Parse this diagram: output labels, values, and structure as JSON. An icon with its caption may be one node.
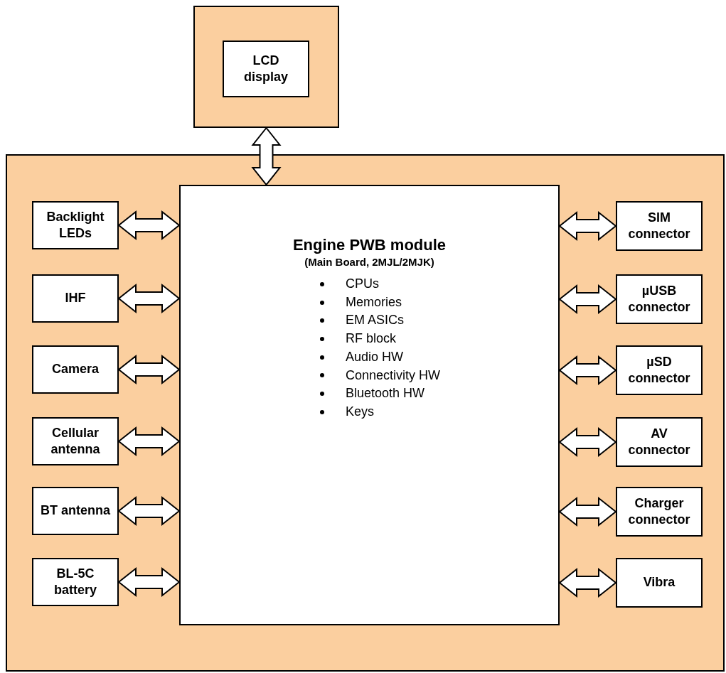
{
  "diagram": {
    "nodes": [
      {
        "text": [],
        "shape": "box"
      },
      {
        "text": [
          "LCD display"
        ],
        "in": 0
      },
      {
        "text": [],
        "shape": "box"
      },
      {
        "text": [
          "Engine PWB module",
          "(Main Board, 2MJL/2MJK)",
          "CPUs",
          "Memories",
          "EM ASICs",
          "RF block",
          "Audio HW",
          "Connectivity HW",
          "Bluetooth HW",
          "Keys"
        ],
        "in": 2
      },
      {
        "text": [
          "Backlight LEDs"
        ],
        "in": 2
      },
      {
        "text": [
          "IHF"
        ],
        "in": 2
      },
      {
        "text": [
          "Camera"
        ],
        "in": 2
      },
      {
        "text": [
          "Cellular antenna"
        ],
        "in": 2
      },
      {
        "text": [
          "BT antenna"
        ],
        "in": 2
      },
      {
        "text": [
          "BL-5C battery"
        ],
        "in": 2
      },
      {
        "text": [
          "SIM connector"
        ],
        "in": 2
      },
      {
        "text": [
          "µUSB connector"
        ],
        "in": 2
      },
      {
        "text": [
          "µSD connector"
        ],
        "in": 2
      },
      {
        "text": [
          "AV connector"
        ],
        "in": 2
      },
      {
        "text": [
          "Charger connector"
        ],
        "in": 2
      },
      {
        "text": [
          "Vibra"
        ],
        "in": 2
      }
    ],
    "edges": [
      {
        "from": 0,
        "to": 3,
        "arrow": "both"
      },
      {
        "from": 4,
        "to": 3,
        "arrow": "both"
      },
      {
        "from": 5,
        "to": 3,
        "arrow": "both"
      },
      {
        "from": 6,
        "to": 3,
        "arrow": "both"
      },
      {
        "from": 7,
        "to": 3,
        "arrow": "both"
      },
      {
        "from": 8,
        "to": 3,
        "arrow": "both"
      },
      {
        "from": 9,
        "to": 3,
        "arrow": "both"
      },
      {
        "from": 10,
        "to": 3,
        "arrow": "both"
      },
      {
        "from": 11,
        "to": 3,
        "arrow": "both"
      },
      {
        "from": 12,
        "to": 3,
        "arrow": "both"
      },
      {
        "from": 13,
        "to": 3,
        "arrow": "both"
      },
      {
        "from": 14,
        "to": 3,
        "arrow": "both"
      },
      {
        "from": 15,
        "to": 3,
        "arrow": "both"
      }
    ]
  }
}
